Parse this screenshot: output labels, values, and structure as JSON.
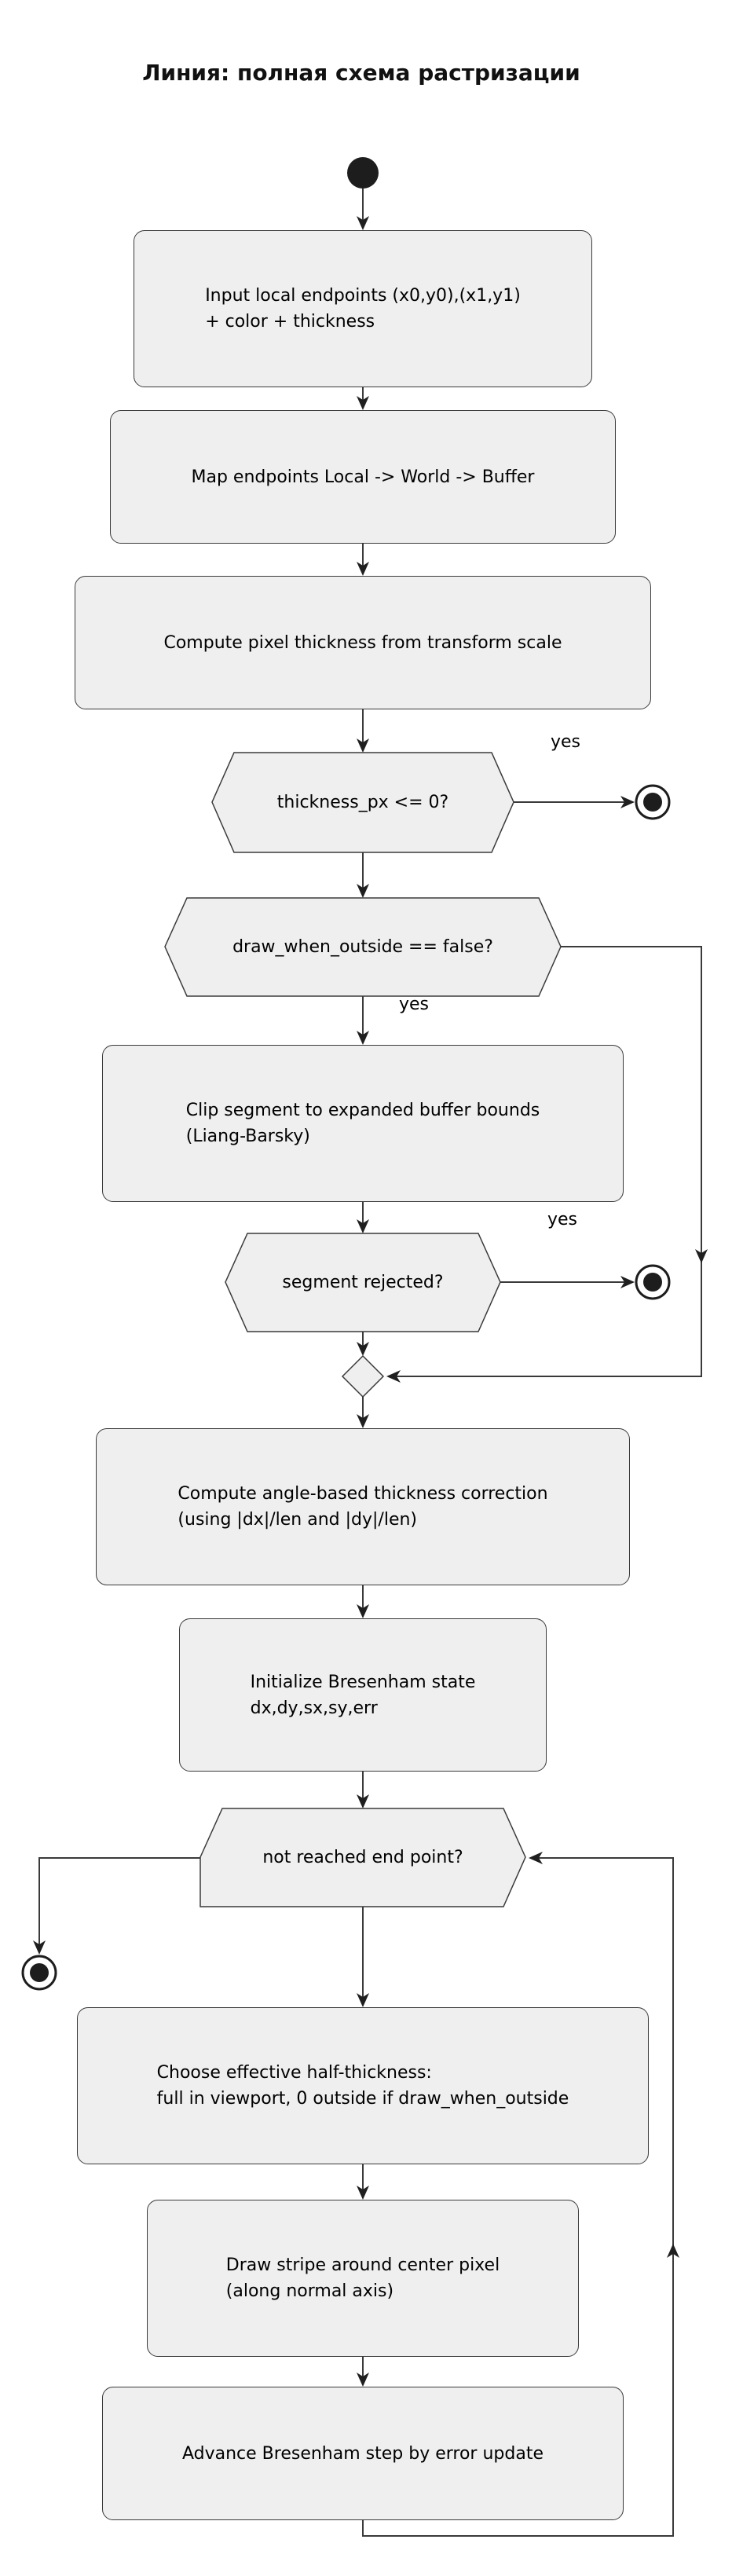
{
  "title": "Линия: полная схема растризации",
  "edge_labels": {
    "thickness_yes": "yes",
    "outside_yes": "yes",
    "rejected_yes": "yes"
  },
  "nodes": {
    "input": {
      "line1": "Input local endpoints (x0,y0),(x1,y1)",
      "line2": "+ color + thickness"
    },
    "map": {
      "line1": "Map endpoints Local -> World -> Buffer"
    },
    "thickness": {
      "line1": "Compute pixel thickness from transform scale"
    },
    "thickness_check": {
      "text": "thickness_px <= 0?"
    },
    "outside_check": {
      "text": "draw_when_outside == false?"
    },
    "clip": {
      "line1": "Clip segment to expanded buffer bounds",
      "line2": "(Liang-Barsky)"
    },
    "rejected_check": {
      "text": "segment rejected?"
    },
    "angle": {
      "line1": "Compute angle-based thickness correction",
      "line2": "(using |dx|/len and |dy|/len)"
    },
    "init": {
      "line1": "Initialize Bresenham state",
      "line2": "dx,dy,sx,sy,err"
    },
    "loop_check": {
      "text": "not reached end point?"
    },
    "choose": {
      "line1": "Choose effective half-thickness:",
      "line2": "full in viewport, 0 outside if draw_when_outside"
    },
    "stripe": {
      "line1": "Draw stripe around center pixel",
      "line2": "(along normal axis)"
    },
    "advance": {
      "line1": "Advance Bresenham step by error update"
    }
  },
  "colors": {
    "background": "#ffffff",
    "node_fill": "#efefef",
    "node_border": "#3a3a3a",
    "edge": "#3a3a3a",
    "arrow": "#1f1f1f",
    "terminal": "#1d1d1d",
    "text": "#000000"
  }
}
